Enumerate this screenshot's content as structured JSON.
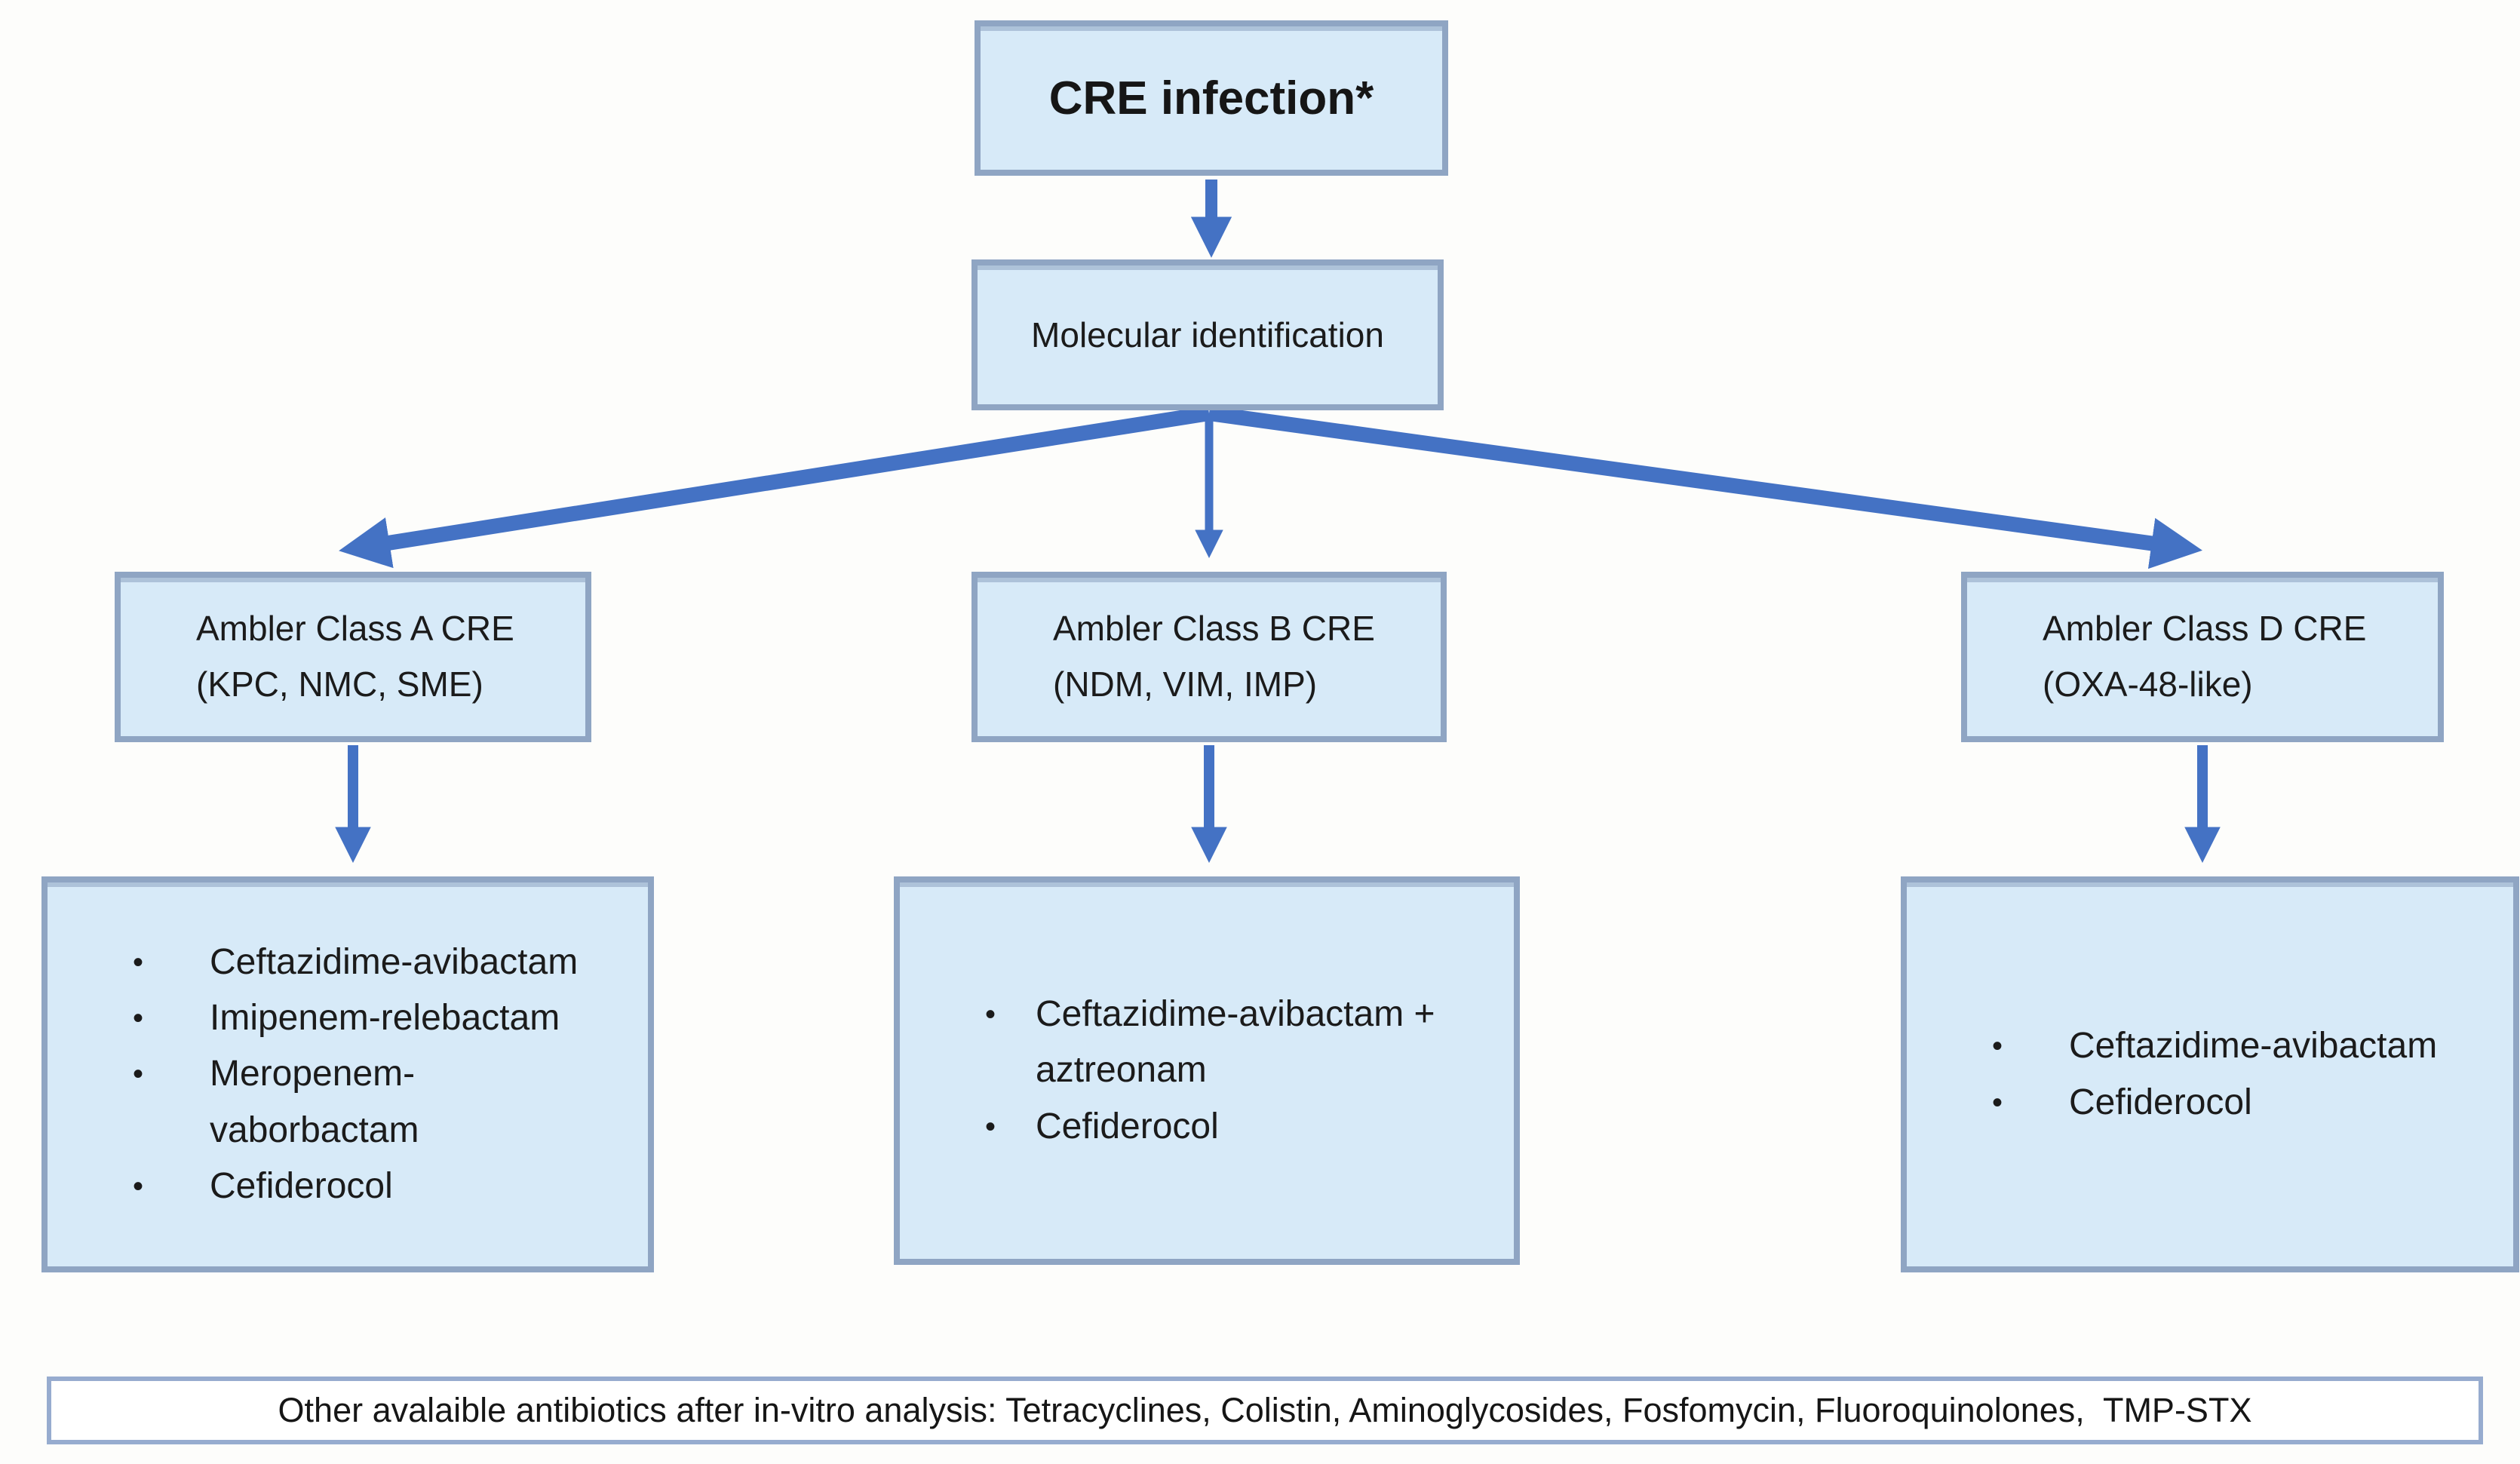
{
  "diagram": {
    "bullet_char": "•",
    "title_box": {
      "label": "CRE infection*"
    },
    "molecular_box": {
      "label": "Molecular identification"
    },
    "class_boxes": [
      {
        "id": "A",
        "line1": "Ambler Class A CRE",
        "line2": "(KPC, NMC, SME)"
      },
      {
        "id": "B",
        "line1": "Ambler Class B CRE",
        "line2": "(NDM, VIM, IMP)"
      },
      {
        "id": "D",
        "line1": "Ambler Class D CRE",
        "line2": "(OXA-48-like)"
      }
    ],
    "treatment_boxes": [
      {
        "for_class": "A",
        "items": [
          "Ceftazidime-avibactam",
          "Imipenem-relebactam",
          "Meropenem-\nvaborbactam",
          "Cefiderocol"
        ]
      },
      {
        "for_class": "B",
        "items": [
          "Ceftazidime-avibactam +\naztreonam",
          "Cefiderocol"
        ]
      },
      {
        "for_class": "D",
        "items": [
          "Ceftazidime-avibactam",
          "Cefiderocol"
        ]
      }
    ],
    "footer_bar": {
      "text": "Other avalaible antibiotics after in-vitro analysis: Tetracyclines, Colistin, Aminoglycosides, Fosfomycin, Fluoroquinolones,  TMP-STX"
    },
    "colors": {
      "box_fill": "#D7EAF8",
      "box_border": "#8FA5C3",
      "footer_fill": "#FFFFFF",
      "footer_border": "#97ACCF",
      "arrow": "#4472C4",
      "text": "#1B1B1B"
    }
  }
}
